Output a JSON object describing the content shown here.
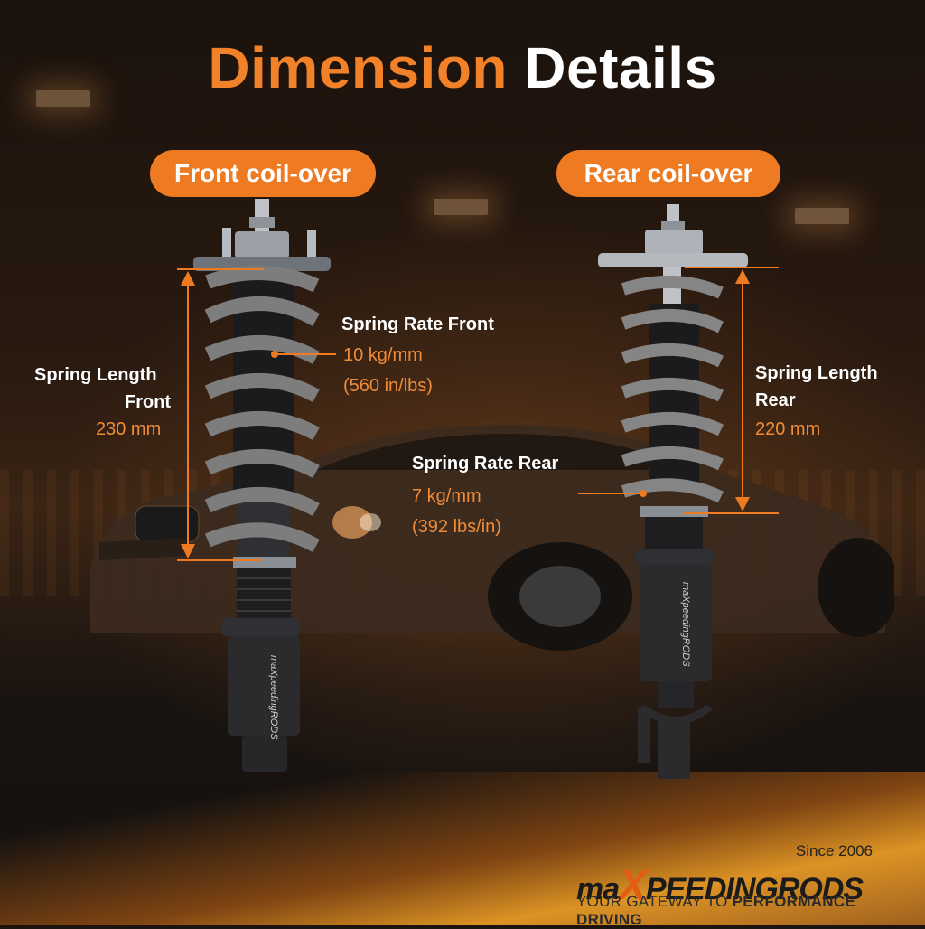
{
  "title": {
    "word1": "Dimension",
    "word2": "Details"
  },
  "front": {
    "pill": "Front coil-over",
    "spring_rate_label": "Spring Rate Front",
    "spring_rate_value": "10 kg/mm",
    "spring_rate_imperial": "(560 in/lbs)",
    "spring_length_line1": "Spring Length",
    "spring_length_line2": "Front",
    "spring_length_value": "230 mm",
    "brand_on_body": "maXpeedingRODS"
  },
  "rear": {
    "pill": "Rear coil-over",
    "spring_rate_label": "Spring Rate Rear",
    "spring_rate_value": "7 kg/mm",
    "spring_rate_imperial": "(392 lbs/in)",
    "spring_length_line1": "Spring Length",
    "spring_length_line2": "Rear",
    "spring_length_value": "220 mm",
    "brand_on_body": "maXpeedingRODS"
  },
  "logo": {
    "brand_pre": "ma",
    "brand_x": "X",
    "brand_post": "PEEDINGRODS",
    "since": "Since 2006",
    "tagline_pre": "YOUR GATEWAY TO ",
    "tagline_bold": "PERFORMANCE DRIVING"
  },
  "colors": {
    "accent": "#ee7a22",
    "accent_text": "#f08c38",
    "white": "#ffffff",
    "coil_grey": "#7d7d7d",
    "body_dark": "#2b2b2e"
  }
}
